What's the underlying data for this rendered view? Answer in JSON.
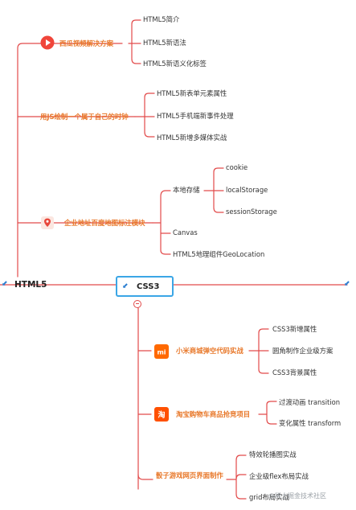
{
  "root_left": "HTML5",
  "root_center": "CSS3",
  "watermark": "@稀土掘金技术社区",
  "html5_branches": [
    {
      "label": "西瓜视频解决方案",
      "children": [
        "HTML5简介",
        "HTML5新语法",
        "HTML5新语义化标签"
      ]
    },
    {
      "label": "用JS绘制一个属于自己的时钟",
      "children": [
        "HTML5新表单元素属性",
        "HTML5手机端新事件处理",
        "HTML5新增多媒体实战"
      ]
    },
    {
      "label": "企业地址百度地图标注模块",
      "children": [
        "本地存储",
        "Canvas",
        "HTML5地理组件GeoLocation"
      ],
      "storage": [
        "cookie",
        "localStorage",
        "sessionStorage"
      ]
    }
  ],
  "css3_branches": [
    {
      "label": "小米商城弹空代码实战",
      "children": [
        "CSS3新增属性",
        "圆角制作企业级方案",
        "CSS3背景属性"
      ]
    },
    {
      "label": "淘宝购物车商品抢竞项目",
      "children": [
        "过渡动画 transition",
        "变化属性 transform"
      ]
    },
    {
      "label": "骰子游戏网页界面制作",
      "children": [
        "特效轮播图实战",
        "企业级flex布局实战",
        "grid布局实战"
      ]
    }
  ],
  "icons": {
    "xigua": "xigua-video-logo-icon",
    "map": "map-pin-icon",
    "mi": "xiaomi-logo-icon",
    "taobao": "taobao-logo-icon",
    "expand": "expand-arrow-icon"
  },
  "colors": {
    "branch_line": "#e24a4a",
    "label_orange": "#e8782a",
    "css3_border": "#3ba6e6",
    "mi_orange": "#ff6900",
    "taobao_orange": "#ff5000"
  }
}
